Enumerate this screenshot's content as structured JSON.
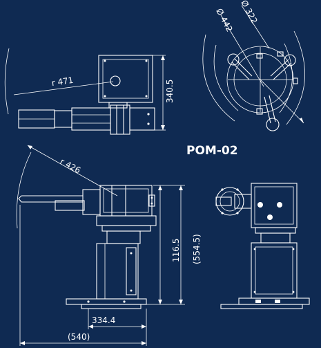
{
  "model": "POM-02",
  "dimensions": {
    "top_radius": "r 471",
    "top_height": "340.5",
    "front_radius": "r 426",
    "front_height": "116.5",
    "front_total_height": "(554.5)",
    "front_base_width": "334.4",
    "front_total_width": "(540)",
    "plan_diameter_outer": "Ø 442",
    "plan_diameter_inner": "Ø 322"
  },
  "colors": {
    "background": "#0f2a52",
    "line": "#ffffff"
  }
}
